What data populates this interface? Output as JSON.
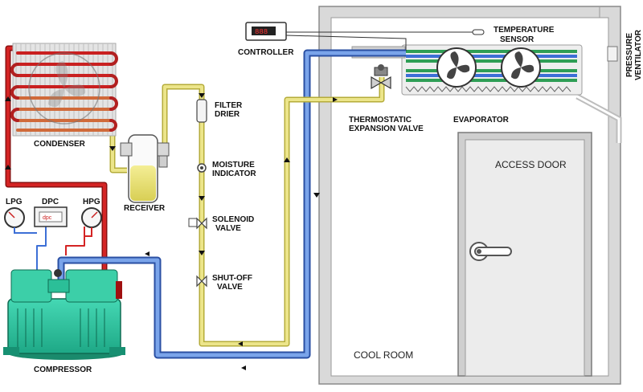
{
  "labels": {
    "controller": "CONTROLLER",
    "temperature_sensor": [
      "TEMPERATURE",
      "SENSOR"
    ],
    "pressure_ventilator": [
      "PRESSURE",
      "VENTILATOR"
    ],
    "condenser": "CONDENSER",
    "filter_drier": [
      "FILTER",
      "DRIER"
    ],
    "moisture_indicator": [
      "MOISTURE",
      "INDICATOR"
    ],
    "solenoid_valve": [
      "SOLENOID",
      "VALVE"
    ],
    "shutoff_valve": [
      "SHUT-OFF",
      "VALVE"
    ],
    "receiver": "RECEIVER",
    "thermostatic_expansion_valve": [
      "THERMOSTATIC",
      "EXPANSION VALVE"
    ],
    "evaporator": "EVAPORATOR",
    "access_door": "ACCESS DOOR",
    "cool_room": "COOL ROOM",
    "lpg": "LPG",
    "dpc": "DPC",
    "hpg": "HPG",
    "compressor": "COMPRESSOR"
  },
  "colors": {
    "discharge_line": "#cc1f1f",
    "liquid_line": "#e8e06a",
    "suction_line": "#3d6fd6",
    "compressor_body": "#2ec4a0",
    "condenser_fins": "#c9c9c9",
    "room_wall": "#d8d8d8",
    "door": "#e6e6e6"
  },
  "icons": [
    "fan-icon",
    "gauge-icon",
    "handle-icon",
    "valve-icon",
    "arrow-icon"
  ]
}
